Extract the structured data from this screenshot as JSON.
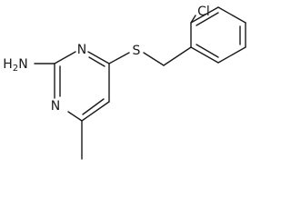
{
  "molecule": {
    "atoms": {
      "amine": "H2N",
      "ring_n_top": "N",
      "ring_n_bottom": "N",
      "sulfur": "S",
      "chlorine": "Cl"
    }
  }
}
